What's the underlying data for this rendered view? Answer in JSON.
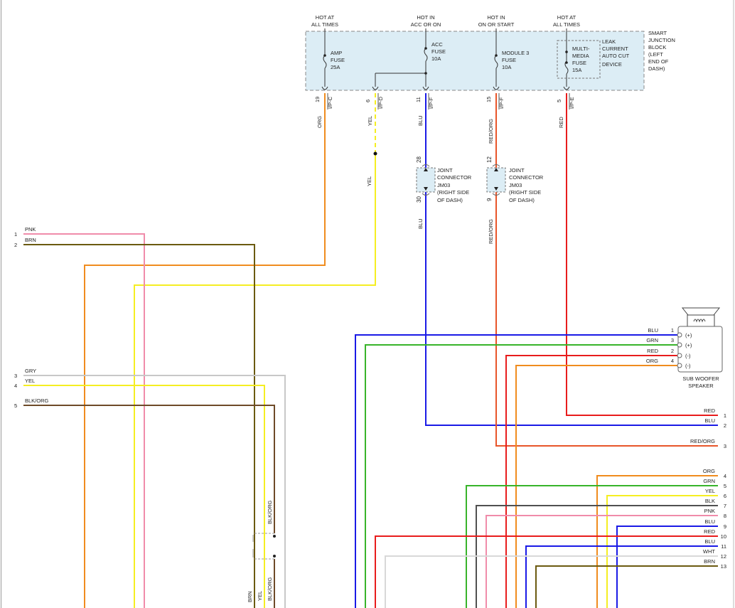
{
  "diagram": {
    "junction_block": {
      "name_lines": [
        "SMART",
        "JUNCTION",
        "BLOCK",
        "(LEFT",
        "END OF",
        "DASH)"
      ],
      "headers": [
        {
          "line1": "HOT AT",
          "line2": "ALL TIMES"
        },
        {
          "line1": "HOT IN",
          "line2": "ACC OR ON"
        },
        {
          "line1": "HOT IN",
          "line2": "ON OR START"
        },
        {
          "line1": "HOT AT",
          "line2": "ALL TIMES"
        }
      ],
      "fuses": [
        {
          "lines": [
            "AMP",
            "FUSE",
            "25A"
          ]
        },
        {
          "lines": [
            "ACC",
            "FUSE",
            "10A"
          ]
        },
        {
          "lines": [
            "MODULE 3",
            "FUSE",
            "10A"
          ]
        },
        {
          "lines": [
            "MULTI-",
            "MEDIA",
            "FUSE",
            "15A"
          ]
        }
      ],
      "leak_device": [
        "LEAK",
        "CURRENT",
        "AUTO CUT",
        "DEVICE"
      ],
      "outputs": [
        {
          "pin": "19",
          "connector": "I/P-C",
          "wire": "ORG"
        },
        {
          "pin": "6",
          "connector": "I/P-D",
          "wire": "YEL"
        },
        {
          "pin": "11",
          "connector": "I/P-F",
          "wire": "BLU"
        },
        {
          "pin": "15",
          "connector": "I/P-F",
          "wire": "RED/ORG"
        },
        {
          "pin": "5",
          "connector": "I/P-E",
          "wire": "RED"
        }
      ]
    },
    "yel_lower": "YEL",
    "joint_connectors": [
      {
        "top_pin": "28",
        "bottom_pin": "30",
        "lines": [
          "JOINT",
          "CONNECTOR",
          "JM03",
          "(RIGHT SIDE",
          "OF DASH)"
        ],
        "wire_below": "BLU"
      },
      {
        "top_pin": "12",
        "bottom_pin": "9",
        "lines": [
          "JOINT",
          "CONNECTOR",
          "JM03",
          "(RIGHT SIDE",
          "OF DASH)"
        ],
        "wire_below": "RED/ORG"
      }
    ],
    "left_pins": [
      {
        "pin": "1",
        "wire": "PNK"
      },
      {
        "pin": "2",
        "wire": "BRN"
      },
      {
        "pin": "3",
        "wire": "GRY"
      },
      {
        "pin": "4",
        "wire": "YEL"
      },
      {
        "pin": "5",
        "wire": "BLK/ORG"
      }
    ],
    "subwoofer": {
      "label_lines": [
        "SUB WOOFER",
        "SPEAKER"
      ],
      "pins": [
        {
          "wire": "BLU",
          "pin": "1",
          "polarity": "(+)"
        },
        {
          "wire": "GRN",
          "pin": "3",
          "polarity": "(+)"
        },
        {
          "wire": "RED",
          "pin": "2",
          "polarity": "(-)"
        },
        {
          "wire": "ORG",
          "pin": "4",
          "polarity": "(-)"
        }
      ]
    },
    "right_pins": [
      {
        "pin": "1",
        "wire": "RED"
      },
      {
        "pin": "2",
        "wire": "BLU"
      },
      {
        "pin": "3",
        "wire": "RED/ORG"
      },
      {
        "pin": "4",
        "wire": "ORG"
      },
      {
        "pin": "5",
        "wire": "GRN"
      },
      {
        "pin": "6",
        "wire": "YEL"
      },
      {
        "pin": "7",
        "wire": "BLK"
      },
      {
        "pin": "8",
        "wire": "PNK"
      },
      {
        "pin": "9",
        "wire": "BLU"
      },
      {
        "pin": "10",
        "wire": "RED"
      },
      {
        "pin": "11",
        "wire": "BLU"
      },
      {
        "pin": "12",
        "wire": "WHT"
      },
      {
        "pin": "13",
        "wire": "BRN"
      }
    ],
    "bottom_labels": {
      "blk_org_upper": "BLK/ORG",
      "blk_org_lower": "BLK/ORG",
      "brn": "BRN",
      "yel": "YEL"
    },
    "colors": {
      "ORG": "#f08c1e",
      "YEL": "#f5ee22",
      "BLU": "#1a1ae6",
      "RED/ORG": "#e8552a",
      "RED": "#e81c1c",
      "PNK": "#f08caa",
      "BRN": "#6b5a10",
      "GRY": "#c8c8c8",
      "BLK/ORG": "#6e4a28",
      "GRN": "#38b42a",
      "BLK": "#505050",
      "WHT": "#d8d8d8",
      "block_fill": "#dcedf5"
    }
  }
}
